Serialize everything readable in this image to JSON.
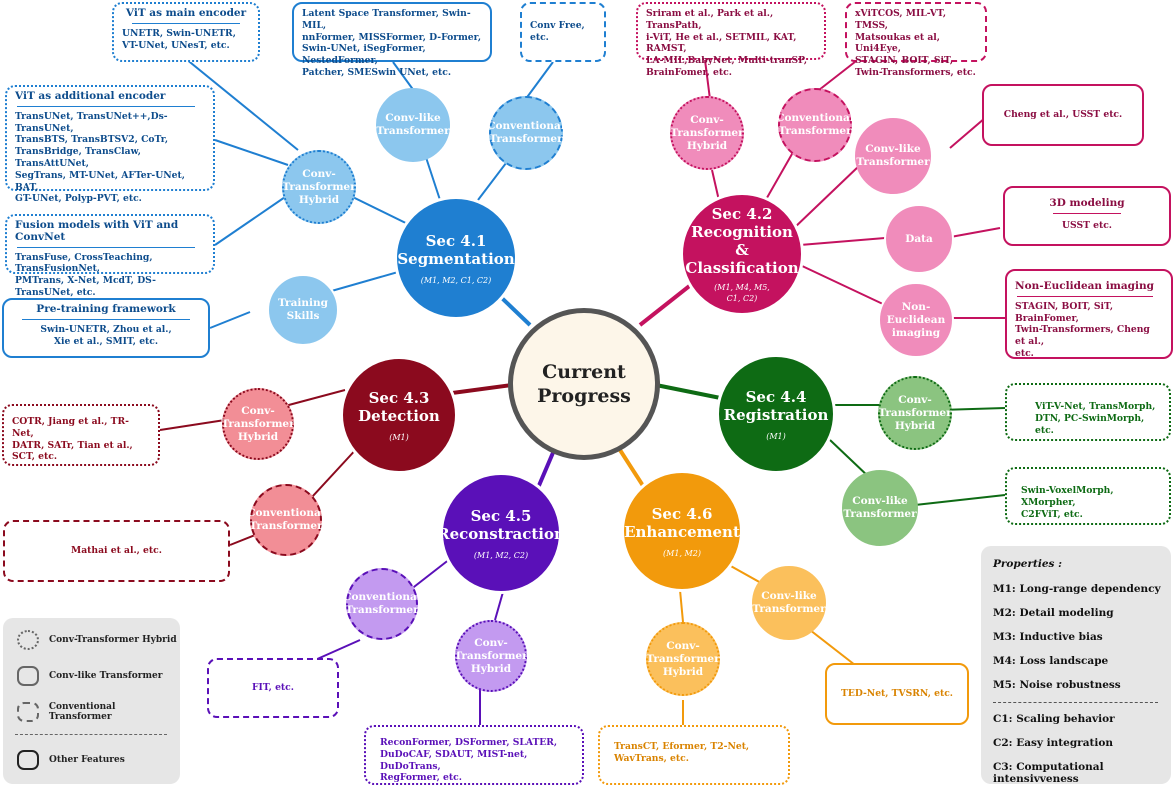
{
  "center": {
    "line1": "Current",
    "line2": "Progress"
  },
  "sections": {
    "seg": {
      "line1": "Sec 4.1",
      "line2": "Segmentation",
      "props": "(M1, M2, C1, C2)",
      "color": "#1f7fd1"
    },
    "rec": {
      "line1": "Sec 4.2",
      "line2": "Recognition &",
      "line3": "Classification",
      "props": "(M1, M4, M5,",
      "props2": "C1, C2)",
      "color": "#c4125f"
    },
    "det": {
      "line1": "Sec 4.3",
      "line2": "Detection",
      "props": "(M1)",
      "color": "#8b0a1e"
    },
    "reg": {
      "line1": "Sec 4.4",
      "line2": "Registration",
      "props": "(M1)",
      "color": "#0e6b14"
    },
    "recon": {
      "line1": "Sec 4.5",
      "line2": "Reconstraction",
      "props": "(M1, M2, C2)",
      "color": "#5a10b8"
    },
    "enh": {
      "line1": "Sec 4.6",
      "line2": "Enhancement",
      "props": "(M1, M2)",
      "color": "#f29a0c"
    }
  },
  "subs": {
    "seg_hybrid": [
      "Conv-",
      "Transformer",
      "Hybrid"
    ],
    "seg_convlike": [
      "Conv-like",
      "Transformer"
    ],
    "seg_conventional": [
      "Conventional",
      "Transformer"
    ],
    "seg_training": [
      "Training",
      "Skills"
    ],
    "rec_hybrid": [
      "Conv-",
      "Transformer",
      "Hybrid"
    ],
    "rec_conventional": [
      "Conventional",
      "Transformer"
    ],
    "rec_convlike": [
      "Conv-like",
      "Transformer"
    ],
    "rec_data": [
      "Data"
    ],
    "rec_noneuclid": [
      "Non-",
      "Euclidean",
      "imaging"
    ],
    "det_hybrid": [
      "Conv-",
      "Transformer",
      "Hybrid"
    ],
    "det_conventional": [
      "Conventional",
      "Transformer"
    ],
    "reg_hybrid": [
      "Conv-",
      "Transformer",
      "Hybrid"
    ],
    "reg_convlike": [
      "Conv-like",
      "Transformer"
    ],
    "recon_conventional": [
      "Conventional",
      "Transformer"
    ],
    "recon_hybrid": [
      "Conv-",
      "Transformer",
      "Hybrid"
    ],
    "enh_hybrid": [
      "Conv-",
      "Transformer",
      "Hybrid"
    ],
    "enh_convlike": [
      "Conv-like",
      "Transformer"
    ]
  },
  "boxes": {
    "vit_main": {
      "title": "ViT as main encoder",
      "lines": [
        "UNETR, Swin-UNETR,",
        "VT-UNet, UNesT, etc."
      ]
    },
    "vit_add": {
      "title": "ViT as additional encoder",
      "lines": [
        "TransUNet, TransUNet++,Ds-TransUNet,",
        "TransBTS, TransBTSV2, CoTr,",
        "TransBridge, TransClaw, TransAttUNet,",
        "SegTrans, MT-UNet, AFTer-UNet, BAT,",
        "GT-UNet, Polyp-PVT, etc."
      ]
    },
    "fusion": {
      "title": "Fusion models with ViT and ConvNet",
      "lines": [
        "TransFuse, CrossTeaching, TransFusionNet,",
        "PMTrans, X-Net, McdT, DS-TransUNet, etc."
      ]
    },
    "pretrain": {
      "title": "Pre-training framework",
      "lines": [
        "Swin-UNETR,  Zhou et al.,",
        "Xie et al., SMIT, etc."
      ]
    },
    "seg_convlike_box": {
      "lines": [
        "Latent Space Transformer, Swin-MIL,",
        "nnFormer, MISSFormer, D-Former,",
        "Swin-UNet, iSegFormer, NestedFormer,",
        "Patcher,  SMESwin UNet, etc."
      ]
    },
    "seg_conv_free": {
      "lines": [
        "Conv Free, etc."
      ]
    },
    "rec_hybrid_box": {
      "lines": [
        "Sriram et al., Park et al., TransPath,",
        "i-ViT,  He et al., SETMIL, KAT, RAMST,",
        "LA-MIL,BabyNet, Multi-tranSP,",
        "BrainFomer, etc."
      ]
    },
    "rec_conventional_box": {
      "lines": [
        "xViTCOS, MIL-VT, TMSS,",
        "Matsoukas et al, Uni4Eye,",
        "STAGIN, BOIT,  SiT,",
        "Twin-Transformers, etc."
      ]
    },
    "rec_convlike_box": {
      "lines": [
        "Cheng et al., USST etc."
      ]
    },
    "rec_data_box": {
      "title": "3D modeling",
      "lines": [
        "USST etc."
      ]
    },
    "rec_noneuclid_box": {
      "title": "Non-Euclidean imaging",
      "lines": [
        "STAGIN, BOIT, SiT, BrainFomer,",
        "Twin-Transformers, Cheng et al.,",
        "etc."
      ]
    },
    "det_hybrid_box": {
      "lines": [
        "COTR, Jiang et al., TR-Net,",
        "DATR, SATr, Tian et al.,",
        "SCT, etc."
      ]
    },
    "det_conv_box": {
      "lines": [
        "Mathai et al., etc."
      ]
    },
    "reg_hybrid_box": {
      "lines": [
        "ViT-V-Net, TransMorph,",
        "DTN, PC-SwinMorph, etc."
      ]
    },
    "reg_convlike_box": {
      "lines": [
        "Swin-VoxelMorph, XMorpher,",
        "C2FViT, etc."
      ]
    },
    "recon_conv_box": {
      "lines": [
        "FIT, etc."
      ]
    },
    "recon_hybrid_box": {
      "lines": [
        "ReconFormer, DSFormer, SLATER,",
        "DuDoCAF, SDAUT, MIST-net, DuDoTrans,",
        "RegFormer, etc."
      ]
    },
    "enh_hybrid_box": {
      "lines": [
        "TransCT, Eformer, T2-Net,",
        "WavTrans, etc."
      ]
    },
    "enh_convlike_box": {
      "lines": [
        "TED-Net, TVSRN, etc."
      ]
    }
  },
  "legend": {
    "hybrid": "Conv-Transformer Hybrid",
    "convlike": "Conv-like Transformer",
    "conventional": "Conventional Transformer",
    "other": "Other Features"
  },
  "properties": {
    "title": "Properties :",
    "m1": "M1: Long-range dependency",
    "m2": "M2: Detail modeling",
    "m3": "M3: Inductive bias",
    "m4": "M4: Loss landscape",
    "m5": "M5: Noise robustness",
    "c1": "C1: Scaling behavior",
    "c2": "C2: Easy integration",
    "c3": "C3: Computational intensivveness"
  }
}
